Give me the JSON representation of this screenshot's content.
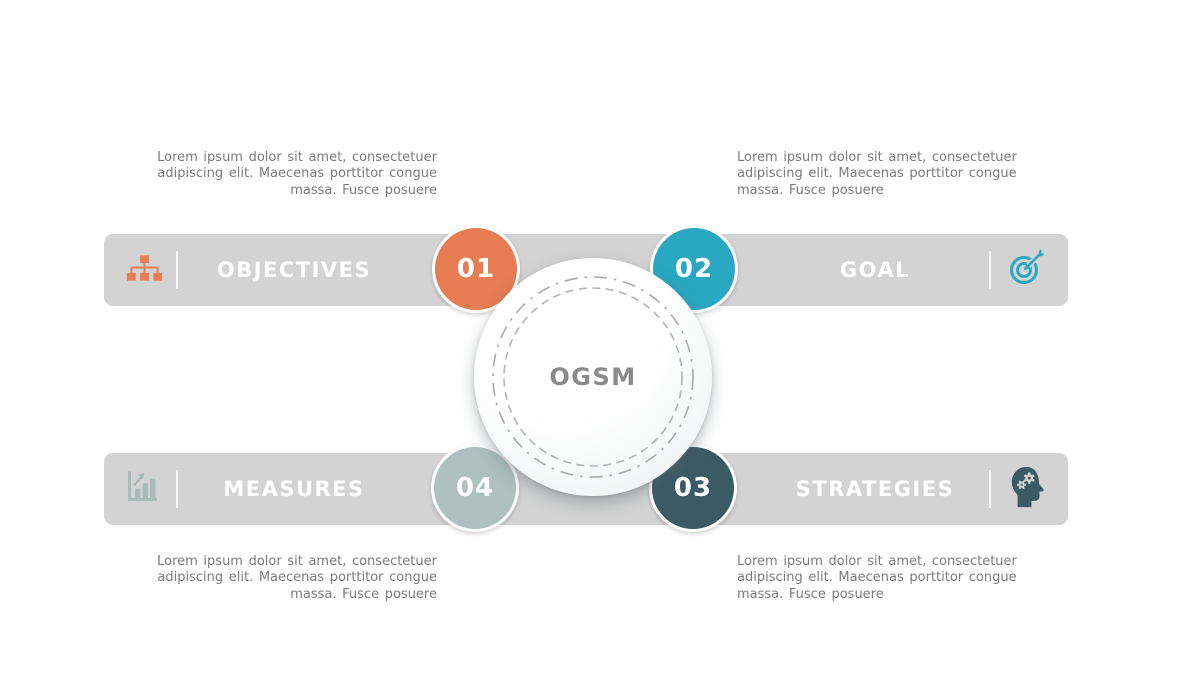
{
  "slide": {
    "title": "OGSM"
  },
  "center": {
    "label": "OGSM"
  },
  "colors": {
    "bar_background": "#d3d3d3",
    "objectives_orange": "#e87c52",
    "goal_teal": "#2aa7c3",
    "strategies_slate": "#3a5a64",
    "measures_sage": "#afc1be",
    "title_text": "#ffffff",
    "center_text": "#8a8a8a",
    "body_text": "#7b7b7b"
  },
  "sections": [
    {
      "id": "objectives",
      "label": "OBJECTIVES",
      "number": "01",
      "icon": "org-chart-icon",
      "color": "#e87c52",
      "description_lines": [
        "Lorem ipsum dolor sit amet, consectetuer",
        "adipiscing elit. Maecenas porttitor congue",
        "massa. Fusce posuere"
      ]
    },
    {
      "id": "goal",
      "label": "GOAL",
      "number": "02",
      "icon": "target-icon",
      "color": "#2aa7c3",
      "description_lines": [
        "Lorem ipsum dolor sit amet, consectetuer",
        "adipiscing elit. Maecenas porttitor congue",
        "massa. Fusce posuere"
      ]
    },
    {
      "id": "strategies",
      "label": "STRATEGIES",
      "number": "03",
      "icon": "head-gears-icon",
      "color": "#3a5a64",
      "description_lines": [
        "Lorem ipsum dolor sit amet, consectetuer",
        "adipiscing elit. Maecenas porttitor congue",
        "massa. Fusce posuere"
      ]
    },
    {
      "id": "measures",
      "label": "MEASURES",
      "number": "04",
      "icon": "bar-chart-icon",
      "color": "#afc1be",
      "description_lines": [
        "Lorem ipsum dolor sit amet, consectetuer",
        "adipiscing elit. Maecenas porttitor congue",
        "massa. Fusce posuere"
      ]
    }
  ]
}
